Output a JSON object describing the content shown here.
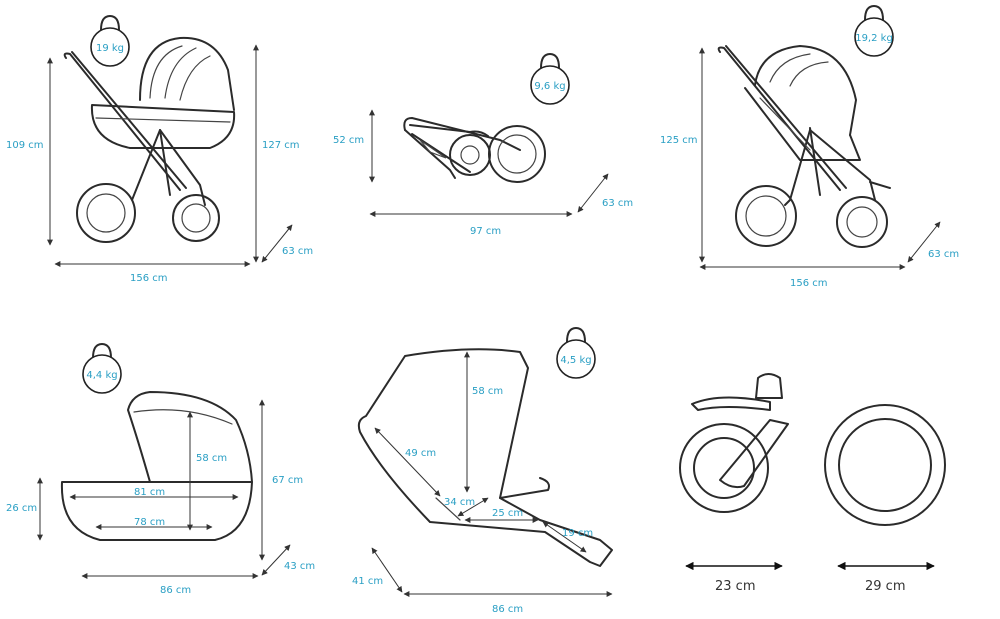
{
  "colors": {
    "accent": "#2a9fc4",
    "line": "#2b2b2b"
  },
  "pram": {
    "weight": "19 kg",
    "height": "109 cm",
    "height_total": "127 cm",
    "length": "156 cm",
    "width": "63 cm"
  },
  "folded": {
    "weight": "9,6 kg",
    "height": "52 cm",
    "length": "97 cm",
    "width": "63 cm"
  },
  "stroller": {
    "weight": "19,2 kg",
    "height": "125 cm",
    "length": "156 cm",
    "width": "63 cm"
  },
  "carrycot": {
    "weight": "4,4 kg",
    "inner_height": "58 cm",
    "outer_height": "67 cm",
    "side_height": "26 cm",
    "top_length": "81 cm",
    "bottom_length": "78 cm",
    "length": "86 cm",
    "width": "43 cm"
  },
  "seat": {
    "weight": "4,5 kg",
    "back_height": "58 cm",
    "back_length": "49 cm",
    "seat_width": "34 cm",
    "seat_depth": "25 cm",
    "footrest": "19 cm",
    "width": "41 cm",
    "length": "86 cm"
  },
  "wheels": {
    "front": "23 cm",
    "rear": "29 cm"
  }
}
